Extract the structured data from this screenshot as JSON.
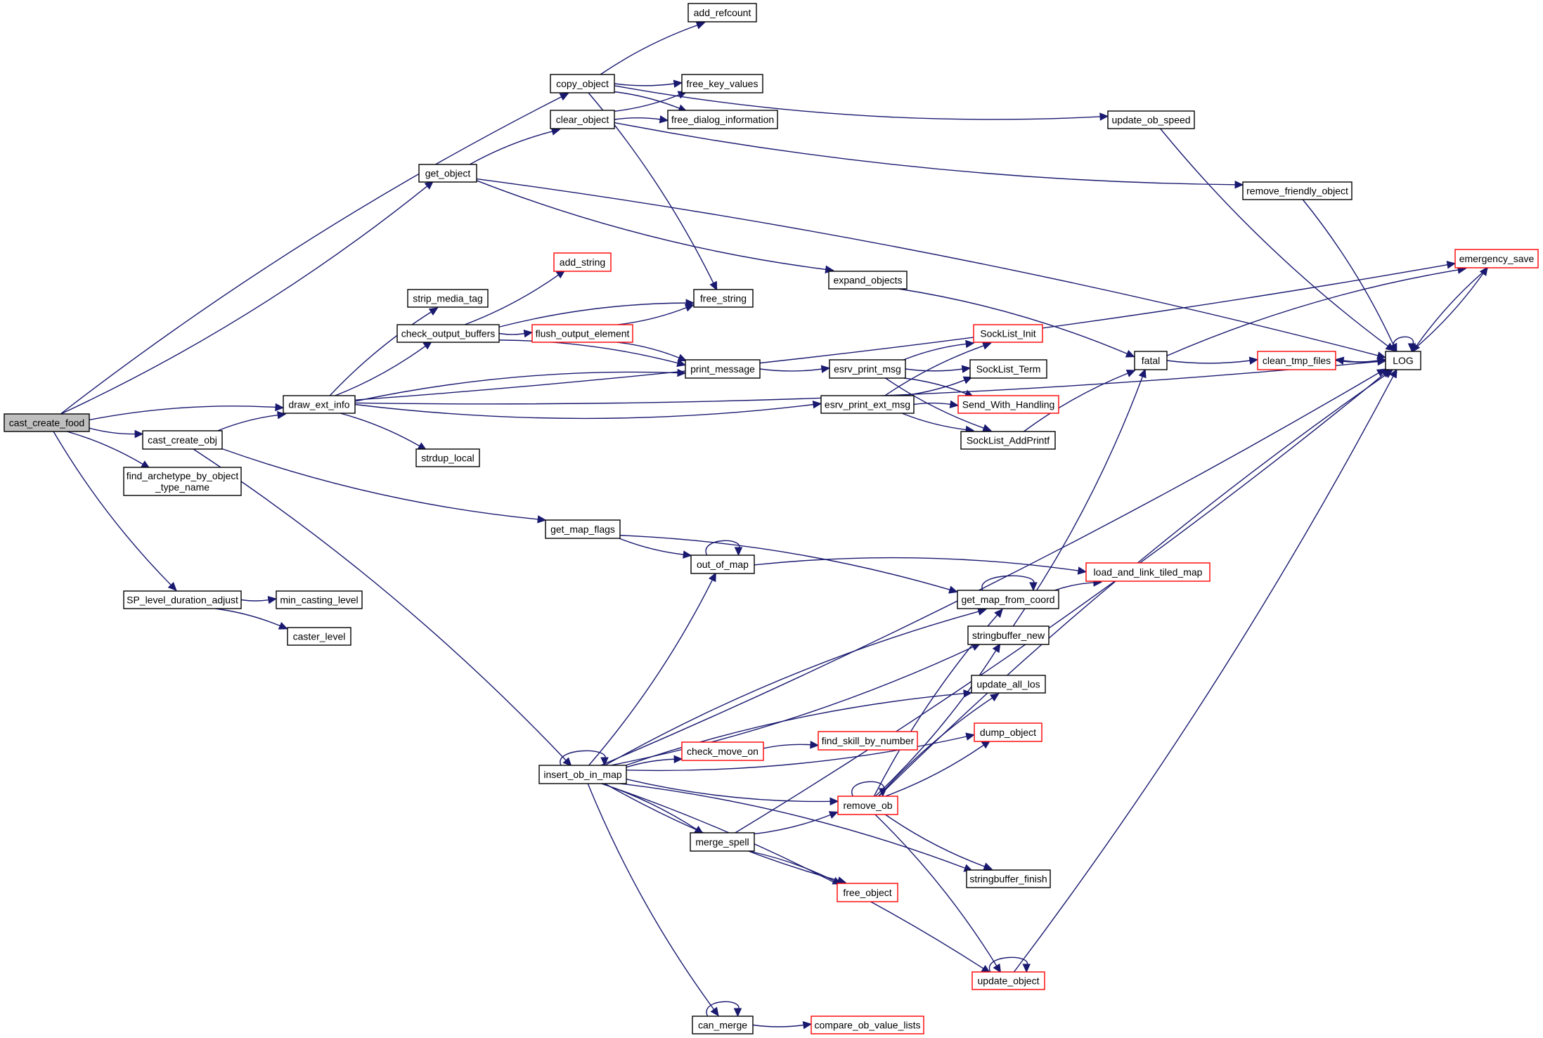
{
  "title": "cast_create_food call graph",
  "colors": {
    "edge": "#191970",
    "node_border": "#000000",
    "node_border_truncated": "#ff0000",
    "root_fill": "#bfbfbf",
    "node_fill": "#ffffff"
  },
  "nodes": [
    {
      "id": "cast_create_food",
      "label": [
        "cast_create_food"
      ],
      "kind": "root"
    },
    {
      "id": "copy_object",
      "label": [
        "copy_object"
      ],
      "kind": "normal"
    },
    {
      "id": "add_refcount",
      "label": [
        "add_refcount"
      ],
      "kind": "normal"
    },
    {
      "id": "free_key_values",
      "label": [
        "free_key_values"
      ],
      "kind": "normal"
    },
    {
      "id": "clear_object",
      "label": [
        "clear_object"
      ],
      "kind": "normal"
    },
    {
      "id": "free_dialog_information",
      "label": [
        "free_dialog_information"
      ],
      "kind": "normal"
    },
    {
      "id": "update_ob_speed",
      "label": [
        "update_ob_speed"
      ],
      "kind": "normal"
    },
    {
      "id": "get_object",
      "label": [
        "get_object"
      ],
      "kind": "normal"
    },
    {
      "id": "remove_friendly_object",
      "label": [
        "remove_friendly_object"
      ],
      "kind": "normal"
    },
    {
      "id": "emergency_save",
      "label": [
        "emergency_save"
      ],
      "kind": "truncated"
    },
    {
      "id": "add_string",
      "label": [
        "add_string"
      ],
      "kind": "truncated"
    },
    {
      "id": "expand_objects",
      "label": [
        "expand_objects"
      ],
      "kind": "normal"
    },
    {
      "id": "strip_media_tag",
      "label": [
        "strip_media_tag"
      ],
      "kind": "normal"
    },
    {
      "id": "free_string",
      "label": [
        "free_string"
      ],
      "kind": "normal"
    },
    {
      "id": "check_output_buffers",
      "label": [
        "check_output_buffers"
      ],
      "kind": "normal"
    },
    {
      "id": "flush_output_element",
      "label": [
        "flush_output_element"
      ],
      "kind": "truncated"
    },
    {
      "id": "SockList_Init",
      "label": [
        "SockList_Init"
      ],
      "kind": "truncated"
    },
    {
      "id": "print_message",
      "label": [
        "print_message"
      ],
      "kind": "normal"
    },
    {
      "id": "esrv_print_msg",
      "label": [
        "esrv_print_msg"
      ],
      "kind": "normal"
    },
    {
      "id": "SockList_Term",
      "label": [
        "SockList_Term"
      ],
      "kind": "normal"
    },
    {
      "id": "fatal",
      "label": [
        "fatal"
      ],
      "kind": "normal"
    },
    {
      "id": "clean_tmp_files",
      "label": [
        "clean_tmp_files"
      ],
      "kind": "truncated"
    },
    {
      "id": "LOG",
      "label": [
        "LOG"
      ],
      "kind": "normal"
    },
    {
      "id": "draw_ext_info",
      "label": [
        "draw_ext_info"
      ],
      "kind": "normal"
    },
    {
      "id": "esrv_print_ext_msg",
      "label": [
        "esrv_print_ext_msg"
      ],
      "kind": "normal"
    },
    {
      "id": "Send_With_Handling",
      "label": [
        "Send_With_Handling"
      ],
      "kind": "truncated"
    },
    {
      "id": "SockList_AddPrintf",
      "label": [
        "SockList_AddPrintf"
      ],
      "kind": "normal"
    },
    {
      "id": "cast_create_obj",
      "label": [
        "cast_create_obj"
      ],
      "kind": "normal"
    },
    {
      "id": "strdup_local",
      "label": [
        "strdup_local"
      ],
      "kind": "normal"
    },
    {
      "id": "find_archetype_by_object_type_name",
      "label": [
        "find_archetype_by_object",
        "_type_name"
      ],
      "kind": "normal"
    },
    {
      "id": "get_map_flags",
      "label": [
        "get_map_flags"
      ],
      "kind": "normal"
    },
    {
      "id": "out_of_map",
      "label": [
        "out_of_map"
      ],
      "kind": "normal"
    },
    {
      "id": "load_and_link_tiled_map",
      "label": [
        "load_and_link_tiled_map"
      ],
      "kind": "truncated"
    },
    {
      "id": "SP_level_duration_adjust",
      "label": [
        "SP_level_duration_adjust"
      ],
      "kind": "normal"
    },
    {
      "id": "min_casting_level",
      "label": [
        "min_casting_level"
      ],
      "kind": "normal"
    },
    {
      "id": "get_map_from_coord",
      "label": [
        "get_map_from_coord"
      ],
      "kind": "normal"
    },
    {
      "id": "caster_level",
      "label": [
        "caster_level"
      ],
      "kind": "normal"
    },
    {
      "id": "stringbuffer_new",
      "label": [
        "stringbuffer_new"
      ],
      "kind": "normal"
    },
    {
      "id": "update_all_los",
      "label": [
        "update_all_los"
      ],
      "kind": "normal"
    },
    {
      "id": "dump_object",
      "label": [
        "dump_object"
      ],
      "kind": "truncated"
    },
    {
      "id": "check_move_on",
      "label": [
        "check_move_on"
      ],
      "kind": "truncated"
    },
    {
      "id": "find_skill_by_number",
      "label": [
        "find_skill_by_number"
      ],
      "kind": "truncated"
    },
    {
      "id": "insert_ob_in_map",
      "label": [
        "insert_ob_in_map"
      ],
      "kind": "normal"
    },
    {
      "id": "remove_ob",
      "label": [
        "remove_ob"
      ],
      "kind": "truncated"
    },
    {
      "id": "merge_spell",
      "label": [
        "merge_spell"
      ],
      "kind": "normal"
    },
    {
      "id": "free_object",
      "label": [
        "free_object"
      ],
      "kind": "truncated"
    },
    {
      "id": "stringbuffer_finish",
      "label": [
        "stringbuffer_finish"
      ],
      "kind": "normal"
    },
    {
      "id": "update_object",
      "label": [
        "update_object"
      ],
      "kind": "truncated"
    },
    {
      "id": "can_merge",
      "label": [
        "can_merge"
      ],
      "kind": "normal"
    },
    {
      "id": "compare_ob_value_lists",
      "label": [
        "compare_ob_value_lists"
      ],
      "kind": "truncated"
    }
  ],
  "edges": [
    {
      "from": "cast_create_food",
      "to": "copy_object"
    },
    {
      "from": "cast_create_food",
      "to": "get_object"
    },
    {
      "from": "cast_create_food",
      "to": "draw_ext_info"
    },
    {
      "from": "cast_create_food",
      "to": "cast_create_obj"
    },
    {
      "from": "cast_create_food",
      "to": "find_archetype_by_object_type_name"
    },
    {
      "from": "cast_create_food",
      "to": "SP_level_duration_adjust"
    },
    {
      "from": "copy_object",
      "to": "add_refcount"
    },
    {
      "from": "copy_object",
      "to": "free_key_values"
    },
    {
      "from": "copy_object",
      "to": "free_dialog_information"
    },
    {
      "from": "copy_object",
      "to": "update_ob_speed"
    },
    {
      "from": "copy_object",
      "to": "free_string"
    },
    {
      "from": "clear_object",
      "to": "free_key_values"
    },
    {
      "from": "clear_object",
      "to": "free_dialog_information"
    },
    {
      "from": "clear_object",
      "to": "remove_friendly_object"
    },
    {
      "from": "get_object",
      "to": "clear_object"
    },
    {
      "from": "get_object",
      "to": "expand_objects"
    },
    {
      "from": "get_object",
      "to": "LOG"
    },
    {
      "from": "update_ob_speed",
      "to": "LOG"
    },
    {
      "from": "remove_friendly_object",
      "to": "LOG"
    },
    {
      "from": "emergency_save",
      "to": "LOG"
    },
    {
      "from": "expand_objects",
      "to": "fatal"
    },
    {
      "from": "check_output_buffers",
      "to": "add_string"
    },
    {
      "from": "check_output_buffers",
      "to": "free_string"
    },
    {
      "from": "check_output_buffers",
      "to": "flush_output_element"
    },
    {
      "from": "check_output_buffers",
      "to": "print_message"
    },
    {
      "from": "flush_output_element",
      "to": "free_string"
    },
    {
      "from": "flush_output_element",
      "to": "print_message"
    },
    {
      "from": "print_message",
      "to": "esrv_print_msg"
    },
    {
      "from": "esrv_print_msg",
      "to": "SockList_Init"
    },
    {
      "from": "esrv_print_msg",
      "to": "SockList_Term"
    },
    {
      "from": "esrv_print_msg",
      "to": "Send_With_Handling"
    },
    {
      "from": "esrv_print_msg",
      "to": "SockList_AddPrintf"
    },
    {
      "from": "esrv_print_ext_msg",
      "to": "SockList_Init"
    },
    {
      "from": "esrv_print_ext_msg",
      "to": "SockList_Term"
    },
    {
      "from": "esrv_print_ext_msg",
      "to": "Send_With_Handling"
    },
    {
      "from": "esrv_print_ext_msg",
      "to": "SockList_AddPrintf"
    },
    {
      "from": "SockList_AddPrintf",
      "to": "fatal"
    },
    {
      "from": "fatal",
      "to": "clean_tmp_files"
    },
    {
      "from": "fatal",
      "to": "emergency_save"
    },
    {
      "from": "clean_tmp_files",
      "to": "LOG"
    },
    {
      "from": "LOG",
      "to": "clean_tmp_files"
    },
    {
      "from": "LOG",
      "to": "emergency_save"
    },
    {
      "from": "LOG",
      "to": "LOG"
    },
    {
      "from": "draw_ext_info",
      "to": "emergency_save"
    },
    {
      "from": "draw_ext_info",
      "to": "strip_media_tag"
    },
    {
      "from": "draw_ext_info",
      "to": "check_output_buffers"
    },
    {
      "from": "draw_ext_info",
      "to": "print_message"
    },
    {
      "from": "draw_ext_info",
      "to": "esrv_print_ext_msg"
    },
    {
      "from": "draw_ext_info",
      "to": "strdup_local"
    },
    {
      "from": "draw_ext_info",
      "to": "LOG"
    },
    {
      "from": "cast_create_obj",
      "to": "draw_ext_info"
    },
    {
      "from": "cast_create_obj",
      "to": "get_map_flags"
    },
    {
      "from": "cast_create_obj",
      "to": "insert_ob_in_map"
    },
    {
      "from": "get_map_flags",
      "to": "out_of_map"
    },
    {
      "from": "get_map_flags",
      "to": "get_map_from_coord"
    },
    {
      "from": "out_of_map",
      "to": "out_of_map"
    },
    {
      "from": "out_of_map",
      "to": "load_and_link_tiled_map"
    },
    {
      "from": "get_map_from_coord",
      "to": "get_map_from_coord"
    },
    {
      "from": "get_map_from_coord",
      "to": "load_and_link_tiled_map"
    },
    {
      "from": "SP_level_duration_adjust",
      "to": "min_casting_level"
    },
    {
      "from": "SP_level_duration_adjust",
      "to": "caster_level"
    },
    {
      "from": "stringbuffer_new",
      "to": "fatal"
    },
    {
      "from": "insert_ob_in_map",
      "to": "insert_ob_in_map"
    },
    {
      "from": "insert_ob_in_map",
      "to": "out_of_map"
    },
    {
      "from": "insert_ob_in_map",
      "to": "get_map_from_coord"
    },
    {
      "from": "insert_ob_in_map",
      "to": "stringbuffer_new"
    },
    {
      "from": "insert_ob_in_map",
      "to": "update_all_los"
    },
    {
      "from": "insert_ob_in_map",
      "to": "dump_object"
    },
    {
      "from": "insert_ob_in_map",
      "to": "check_move_on"
    },
    {
      "from": "insert_ob_in_map",
      "to": "remove_ob"
    },
    {
      "from": "insert_ob_in_map",
      "to": "merge_spell"
    },
    {
      "from": "insert_ob_in_map",
      "to": "free_object"
    },
    {
      "from": "insert_ob_in_map",
      "to": "stringbuffer_finish"
    },
    {
      "from": "insert_ob_in_map",
      "to": "LOG"
    },
    {
      "from": "insert_ob_in_map",
      "to": "update_object"
    },
    {
      "from": "insert_ob_in_map",
      "to": "can_merge"
    },
    {
      "from": "check_move_on",
      "to": "find_skill_by_number"
    },
    {
      "from": "remove_ob",
      "to": "remove_ob"
    },
    {
      "from": "remove_ob",
      "to": "get_map_from_coord"
    },
    {
      "from": "remove_ob",
      "to": "stringbuffer_new"
    },
    {
      "from": "remove_ob",
      "to": "update_all_los"
    },
    {
      "from": "remove_ob",
      "to": "dump_object"
    },
    {
      "from": "remove_ob",
      "to": "LOG"
    },
    {
      "from": "remove_ob",
      "to": "stringbuffer_finish"
    },
    {
      "from": "remove_ob",
      "to": "update_object"
    },
    {
      "from": "merge_spell",
      "to": "remove_ob"
    },
    {
      "from": "merge_spell",
      "to": "free_object"
    },
    {
      "from": "merge_spell",
      "to": "LOG"
    },
    {
      "from": "update_object",
      "to": "update_object"
    },
    {
      "from": "update_object",
      "to": "LOG"
    },
    {
      "from": "can_merge",
      "to": "can_merge"
    },
    {
      "from": "can_merge",
      "to": "compare_ob_value_lists"
    }
  ]
}
